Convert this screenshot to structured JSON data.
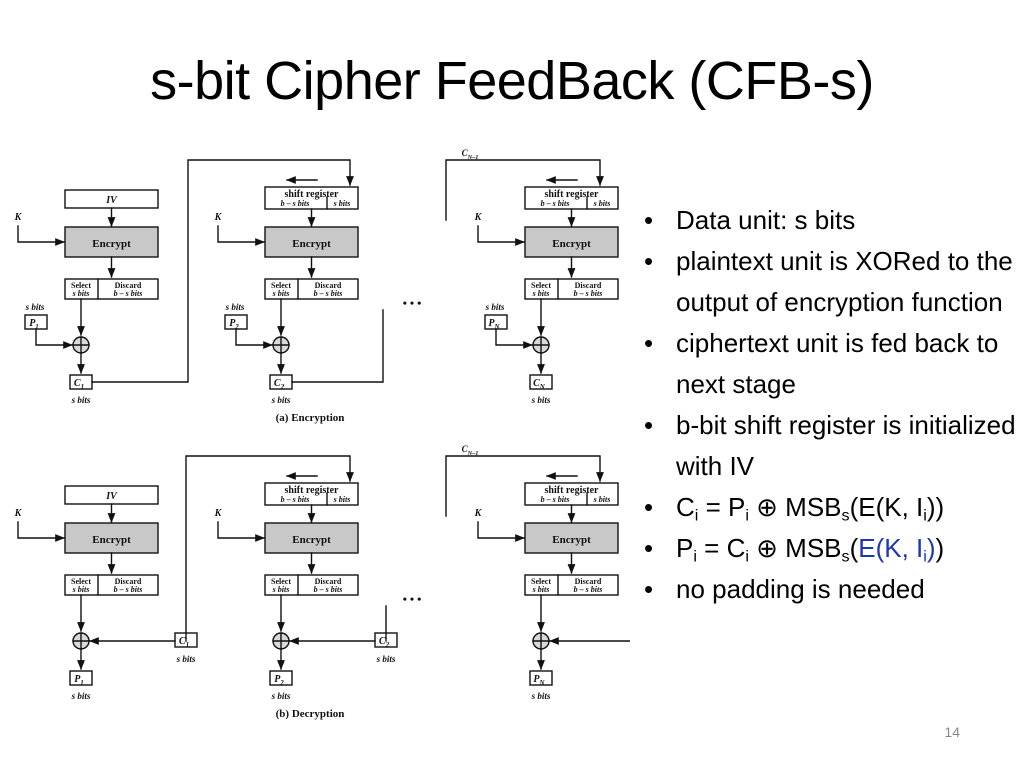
{
  "title": "s-bit Cipher FeedBack (CFB-s)",
  "slide_number": "14",
  "bullets": {
    "b1": "Data unit: s bits",
    "b2": "plaintext unit is XORed to the output of encryption function",
    "b3": "ciphertext unit is fed back to next stage",
    "b4": "b-bit shift register is initialized with IV",
    "b5": {
      "c": "C",
      "c_sub": "i",
      "eq": " = P",
      "p_sub": "i",
      "xor": " ⊕ MSB",
      "msb_sub": "s",
      "arg": "(E(K, I",
      "arg_sub": "i",
      "close": "))"
    },
    "b6": {
      "p": "P",
      "p_sub": "i",
      "eq": " = C",
      "c_sub": "i",
      "xor": " ⊕ MSB",
      "msb_sub": "s",
      "open": "(",
      "arg": "E(K, I",
      "arg_sub": "i",
      "close_blue": ")",
      "close": ")"
    },
    "b7": "no padding is needed"
  },
  "diagram": {
    "iv": "IV",
    "key": "K",
    "encrypt": "Encrypt",
    "shift_register": "shift register",
    "shift_b_minus_s": "b – s bits",
    "shift_s": "s bits",
    "select": "Select",
    "select_s": "s bits",
    "discard": "Discard",
    "discard_b_minus_s": "b – s bits",
    "s_bits": "s bits",
    "ellipsis": "• • •",
    "c_prev": "C",
    "c_prev_sub": "N–1",
    "enc_caption": "(a) Encryption",
    "dec_caption": "(b) Decryption",
    "p1": "P",
    "p1_sub": "1",
    "p2": "P",
    "p2_sub": "2",
    "pn": "P",
    "pn_sub": "N",
    "c1": "C",
    "c1_sub": "1",
    "c2": "C",
    "c2_sub": "2",
    "cn": "C",
    "cn_sub": "N"
  }
}
